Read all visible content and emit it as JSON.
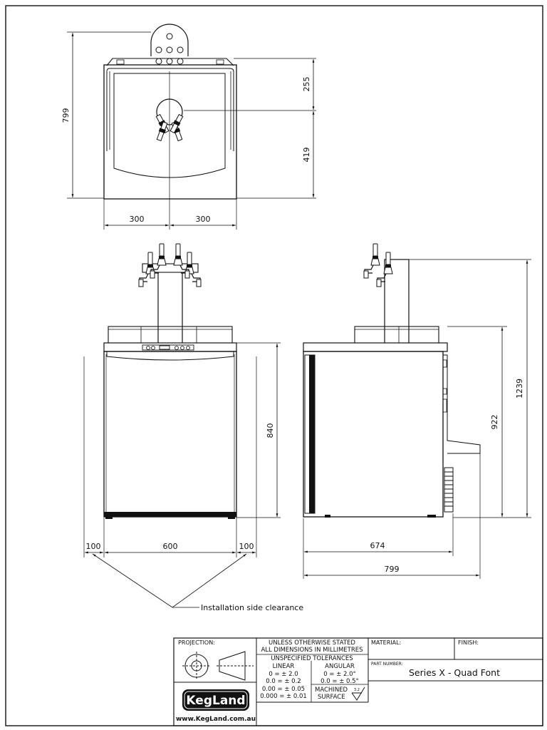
{
  "top_view": {
    "dim_depth": "799",
    "dim_font_offset": "255",
    "dim_front_offset": "419",
    "dim_half_left": "300",
    "dim_half_right": "300"
  },
  "front_view": {
    "dim_cabinet_height": "840",
    "dim_clear_left": "100",
    "dim_width": "600",
    "dim_clear_right": "100",
    "clearance_note": "Installation side clearance"
  },
  "side_view": {
    "dim_total_height": "1239",
    "dim_top_height": "922",
    "dim_cabinet_depth": "674",
    "dim_total_depth": "799"
  },
  "title_block": {
    "projection_label": "PROJECTION:",
    "unless_stated": "UNLESS OTHERWISE STATED",
    "all_dims": "ALL DIMENSIONS IN MILLIMETRES",
    "unspecified_tol": "UNSPECIFIED TOLERANCES",
    "linear_label": "LINEAR",
    "angular_label": "ANGULAR",
    "linear_values": [
      "0 = ± 2.0",
      "0.0 = ± 0.2",
      "0.00 = ± 0.05",
      "0.000 = ± 0.01"
    ],
    "angular_values": [
      "0 = ± 2.0°",
      "0.0 = ± 0.5°"
    ],
    "machined_line1": "MACHINED",
    "machined_line2": "SURFACE",
    "surface_value": "3.2",
    "material_label": "MATERIAL:",
    "finish_label": "FINISH:",
    "part_number_label": "PART NUMBER:",
    "part_number": "Series X - Quad Font",
    "logo_text": "KegLand",
    "website": "www.KegLand.com.au"
  }
}
